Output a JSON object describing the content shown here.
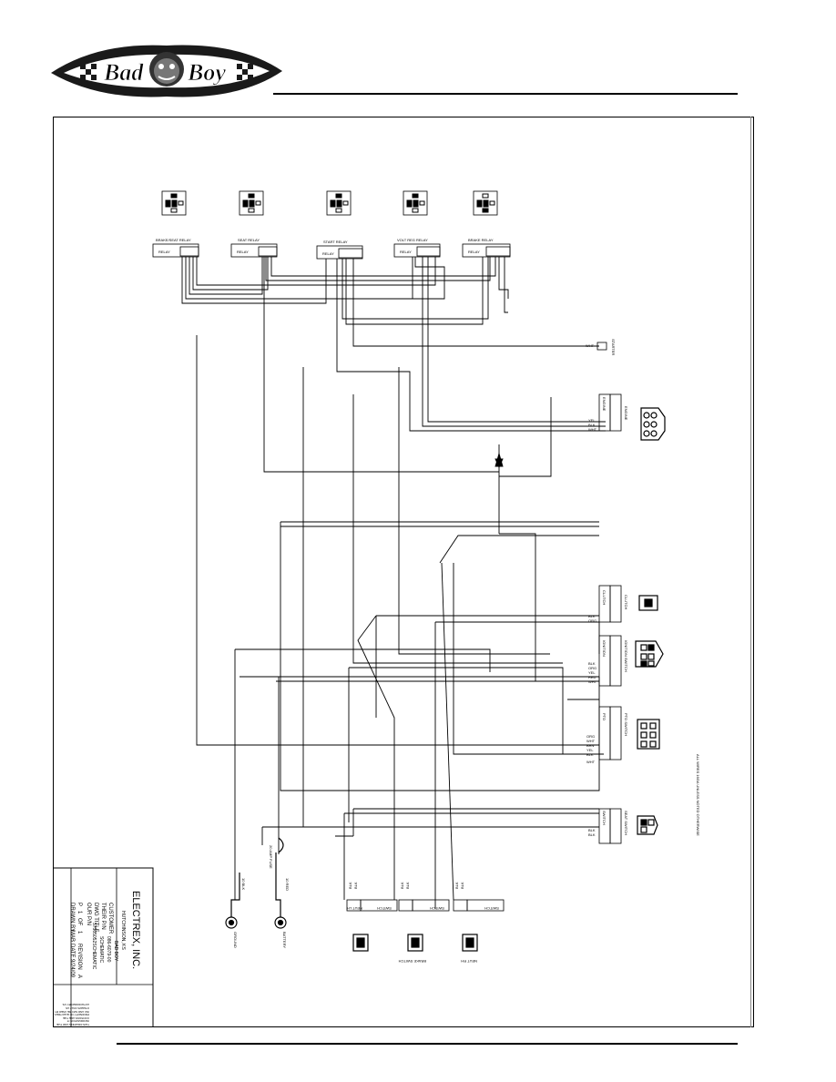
{
  "logo": {
    "text_left": "Bad",
    "text_right": "Boy"
  },
  "relays": [
    {
      "title": "BRAKE/SEAT RELAY",
      "box": "RELAY"
    },
    {
      "title": "SEAT RELAY",
      "box": "RELAY"
    },
    {
      "title": "START RELAY",
      "box": "RELAY"
    },
    {
      "title": "VOLT REG RELAY",
      "box": "RELAY"
    },
    {
      "title": "BRAKE RELAY",
      "box": "RELAY"
    }
  ],
  "connectors": {
    "starter": {
      "name": "STARTER",
      "wire": "WHT"
    },
    "engine": {
      "name": "ENGINE",
      "box": "ENGINE",
      "wires": [
        "YEL",
        "BLK",
        "WHT"
      ]
    },
    "clutch": {
      "name": "CLUTCH",
      "box": "CLUTCH",
      "wires": [
        "BLK",
        "ORG"
      ]
    },
    "ignition": {
      "name": "IGNITION SWITCH",
      "box": "IGNITION",
      "wires": [
        "BLK",
        "ORG",
        "YEL",
        "RED",
        "WHT"
      ]
    },
    "pto": {
      "name": "PTO SWITCH",
      "box": "PTO",
      "wires": [
        "ORG",
        "WHT",
        "BRN",
        "YEL",
        "BLK",
        "WHT"
      ]
    },
    "seat": {
      "name": "SEAT SWITCH",
      "box": "SWITCH",
      "wires": [
        "BLK",
        "BLK"
      ]
    },
    "neutral_lh": {
      "name": "NEUT LH",
      "box": "SWITCH",
      "wires": [
        "BLK",
        "BLK"
      ]
    },
    "brake_switch": {
      "name": "BRAKE SWITCH",
      "box": "SWITCH",
      "wires": [
        "BLK",
        "BLK"
      ]
    },
    "neutral_rh": {
      "name": "NEUT RH",
      "box": "SWITCH",
      "wires": [
        "BLK",
        "BLK"
      ]
    }
  },
  "ground": {
    "name": "GROUND",
    "wire": "10 BLK"
  },
  "battery": {
    "name": "BATTERY",
    "wire": "10 RED",
    "fuse": "20 AMP FUSE"
  },
  "note": "ALL WIRES 16GA UNLESS NOTED OTHERWISE",
  "title_block": {
    "company": "ELECTREX, INC.",
    "city": "HUTCHINSON, KS",
    "customer_label": "CUSTOMER",
    "customer": "BAD BOY",
    "their_pn_label": "THEIR P/N",
    "their_pn": "086-6079-00",
    "dwg_title_label": "DWG TITLE",
    "dwg_title": "SCHEMATIC",
    "our_pn_label": "OUR P/N",
    "our_pn": "57505052SCHEMATIC",
    "page_label": "P",
    "page_of": "OF",
    "page": "1",
    "pages": "1",
    "revision_label": "REVISION",
    "revision": "A",
    "drawn_by_label": "DRAWN BY",
    "drawn_by": "MAB",
    "date_label": "DATE",
    "date": "9/24/09",
    "disclaimer": "THIS DRAWING AND THE INFORMATION IT CONTAINS ARE THE PROPERTY OF ELECTREX, INC AND MAY BE USED BY OTHERS ONLY AS AUTHORIZED BY US."
  }
}
